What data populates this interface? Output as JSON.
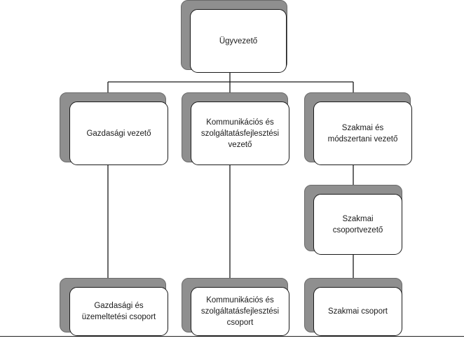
{
  "org_chart": {
    "root": {
      "label": "Ügyvezető"
    },
    "level2": [
      {
        "label": "Gazdasági vezető"
      },
      {
        "label": "Kommunikációs és\nszolgáltatásfejlesztési\nvezető"
      },
      {
        "label": "Szakmai és\nmódszertani vezető"
      }
    ],
    "sub_lead": {
      "label": "Szakmai\ncsoportvezető"
    },
    "groups": [
      {
        "label": "Gazdasági és\nüzemeltetési csoport"
      },
      {
        "label": "Kommunikációs és\nszolgáltatásfejlesztési\ncsoport"
      },
      {
        "label": "Szakmai csoport"
      }
    ]
  }
}
